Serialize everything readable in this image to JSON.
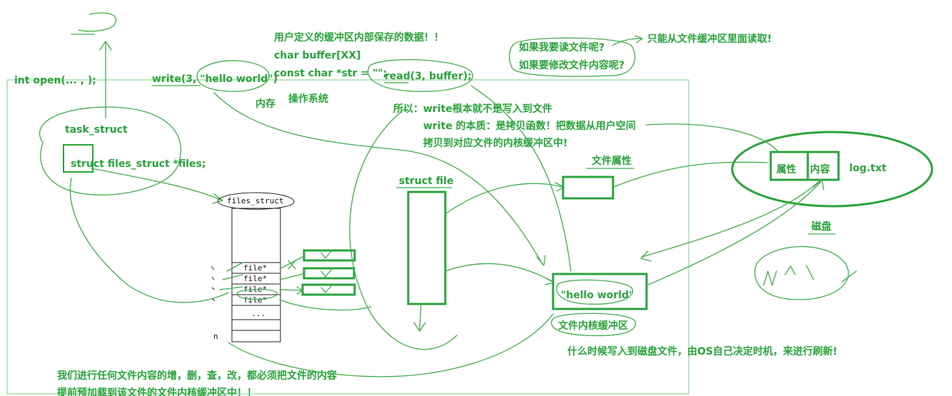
{
  "colors": {
    "accent": "#2aa33b",
    "ink": "#3fae4a",
    "black": "#222222"
  },
  "labels": {
    "open_call": "int open(... , );",
    "write_call": "write(3, \"hello world\")",
    "user_buffer_title": "用户定义的缓冲区内部保存的数据！！",
    "char_buffer": "char buffer[XX]",
    "const_char": "const char *str = \"\";",
    "read_call": "read(3, buffer);",
    "memory": "内存",
    "os": "操作系统",
    "read_question": "如果我要读文件呢?",
    "read_answer": "只能从文件缓冲区里面读取!",
    "modify_question": "如果要修改文件内容呢?",
    "task_struct": "task_struct",
    "files_field": "struct files_struct *files;",
    "files_struct": "files_struct",
    "slot_file": "file*",
    "slot_ellipsis": "...",
    "slot_n": "n",
    "struct_file": "struct file",
    "conclusion_1": "所以：write根本就不是写入到文件",
    "conclusion_2": "write 的本质：是拷贝函数！把数据从用户空间",
    "conclusion_3": "拷贝到对应文件的内核缓冲区中!",
    "file_attr": "文件属性",
    "hello_world": "\"hello world\"",
    "kernel_buffer": "文件内核缓冲区",
    "attr": "属性",
    "content": "内容",
    "log_txt": "log.txt",
    "disk": "磁盘",
    "flush_note": "什么时候写入到磁盘文件，由OS自己决定时机，来进行刷新!",
    "bottom_1": "我们进行任何文件内容的增，删，查，改，都必须把文件的内容",
    "bottom_2": "提前预加载到该文件的文件内核缓冲区中！！"
  }
}
